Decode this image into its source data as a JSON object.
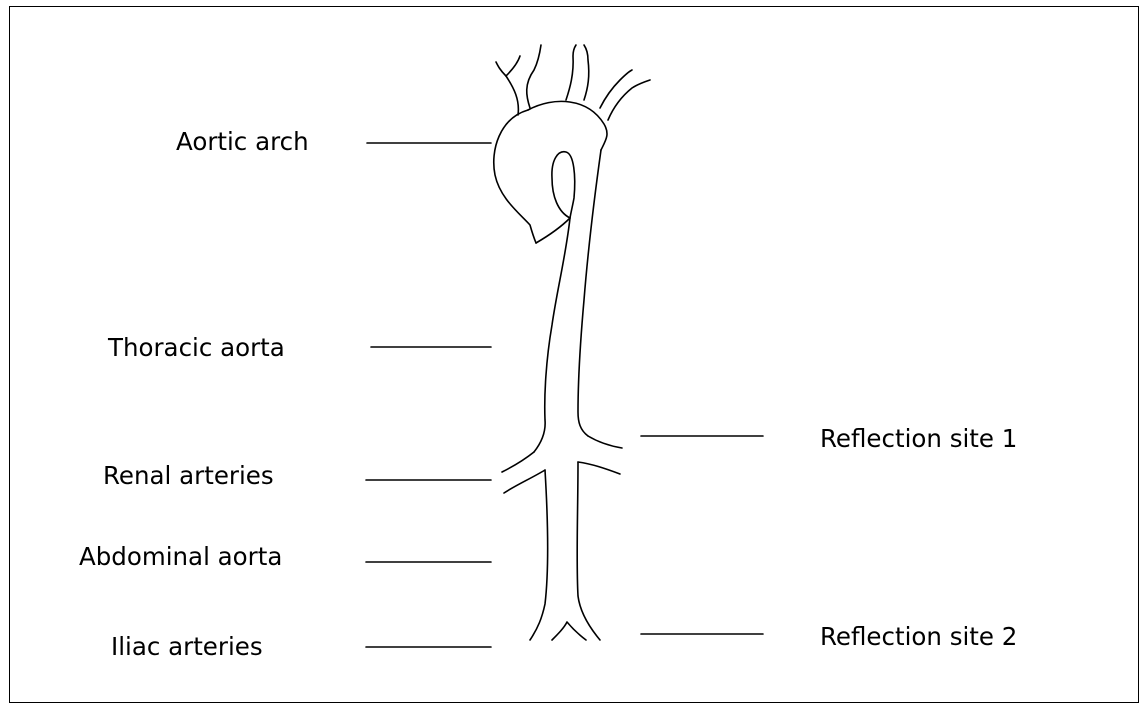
{
  "labels": {
    "aortic_arch": "Aortic arch",
    "thoracic_aorta": "Thoracic aorta",
    "renal_arteries": "Renal arteries",
    "abdominal_aorta": "Abdominal aorta",
    "iliac_arteries": "Iliac arteries",
    "reflection_site_1": "Reflection site 1",
    "reflection_site_2": "Reflection site 2"
  },
  "colors": {
    "stroke": "#000000",
    "background": "#ffffff"
  }
}
